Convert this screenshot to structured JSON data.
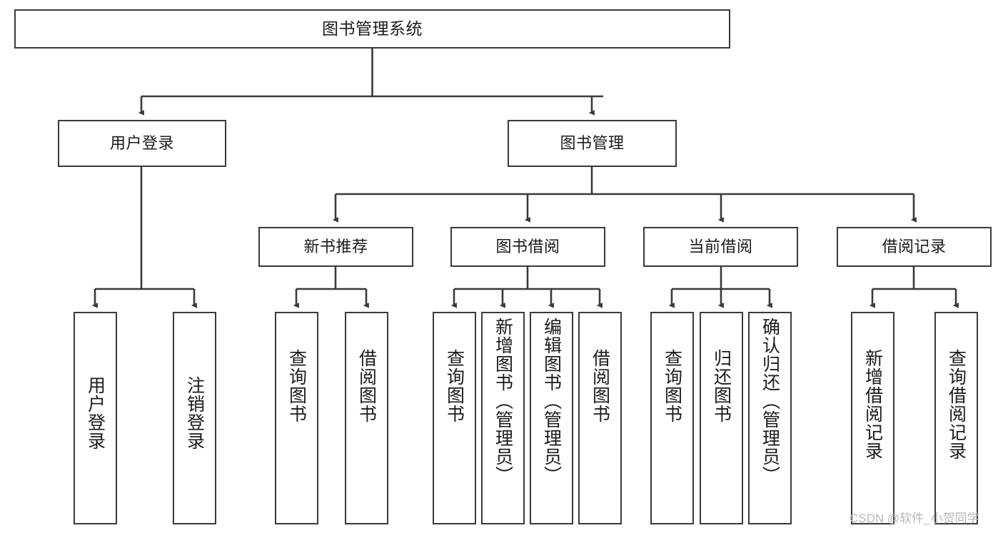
{
  "diagram": {
    "type": "tree",
    "title": "图书管理系统",
    "watermark": "CSDN @软件_小贺同学",
    "colors": {
      "box_border": "#3a3a3a",
      "box_fill": "#ffffff",
      "line": "#3a3a3a",
      "text": "#1b1b1b",
      "watermark": "#b9b9b9",
      "background": "#ffffff"
    },
    "levels": {
      "root": {
        "label": "图书管理系统"
      },
      "level2": [
        {
          "label": "用户登录"
        },
        {
          "label": "图书管理"
        }
      ],
      "level3": [
        {
          "label": "新书推荐"
        },
        {
          "label": "图书借阅"
        },
        {
          "label": "当前借阅"
        },
        {
          "label": "借阅记录"
        }
      ],
      "leaves": {
        "user_login": [
          {
            "label": "用户登录"
          },
          {
            "label": "注销登录"
          }
        ],
        "new_book_recommend": [
          {
            "label": "查询图书"
          },
          {
            "label": "借阅图书"
          }
        ],
        "book_borrow": [
          {
            "label": "查询图书"
          },
          {
            "label": "新增图书（管理员）"
          },
          {
            "label": "编辑图书（管理员）"
          },
          {
            "label": "借阅图书"
          }
        ],
        "current_borrow": [
          {
            "label": "查询图书"
          },
          {
            "label": "归还图书"
          },
          {
            "label": "确认归还（管理员）"
          }
        ],
        "borrow_records": [
          {
            "label": "新增借阅记录"
          },
          {
            "label": "查询借阅记录"
          }
        ]
      }
    }
  }
}
